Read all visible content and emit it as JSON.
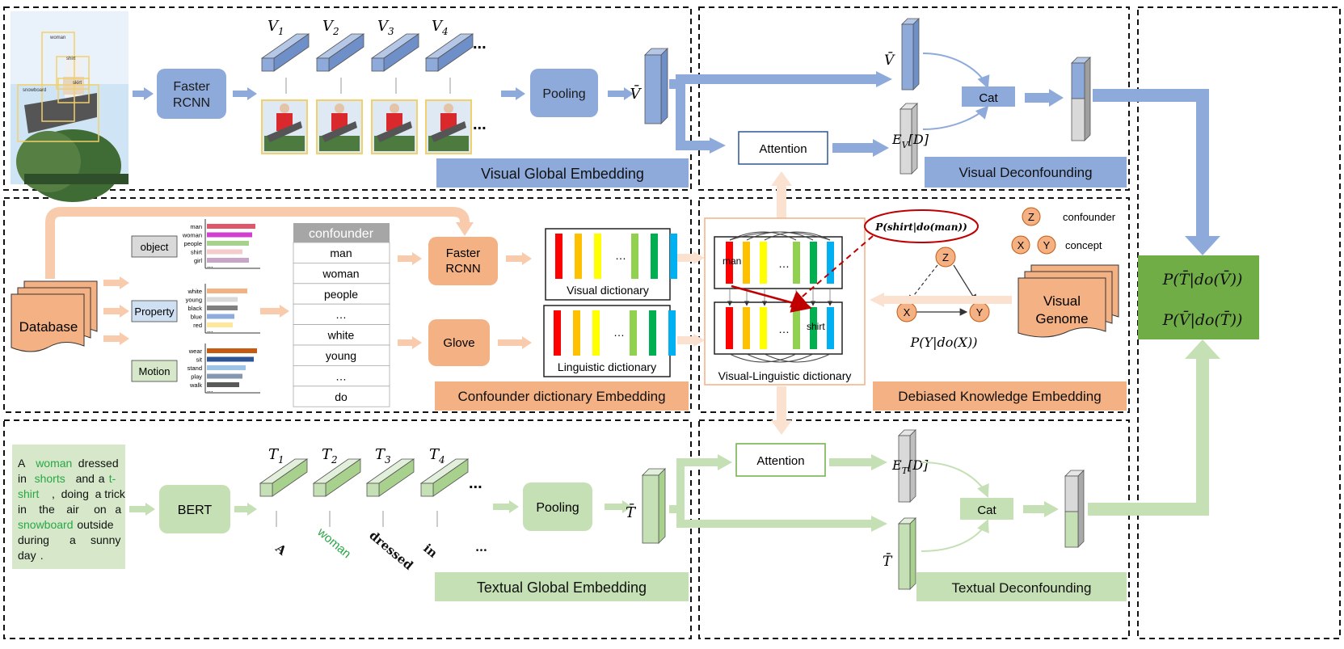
{
  "visual": {
    "photo_tags": [
      "woman",
      "shirt",
      "skirt",
      "snowboard"
    ],
    "extractor": "Faster\nRCNN",
    "feature_labels": [
      "V",
      "V",
      "V",
      "V"
    ],
    "feature_subs": [
      "1",
      "2",
      "3",
      "4"
    ],
    "ellipsis": "...",
    "pooling": "Pooling",
    "vbar": "V̄",
    "section_label": "Visual Global Embedding"
  },
  "visual_deconf": {
    "vbar": "V̄",
    "attention": "Attention",
    "ev": "E",
    "ev_sub": "V",
    "ev_suffix": "[D]",
    "cat": "Cat",
    "section_label": "Visual Deconfounding"
  },
  "confounder": {
    "database": "Database",
    "categories": [
      {
        "name": "object",
        "color": "#d9d9d9",
        "words": [
          "man",
          "woman",
          "people",
          "shirt",
          "girl"
        ]
      },
      {
        "name": "Property",
        "color": "#cfe0f3",
        "words": [
          "white",
          "young",
          "black",
          "blue",
          "red"
        ]
      },
      {
        "name": "Motion",
        "color": "#d6e8c9",
        "words": [
          "wear",
          "sit",
          "stand",
          "play",
          "walk"
        ]
      }
    ],
    "table_header": "confounder",
    "table_rows": [
      "man",
      "woman",
      "people",
      "…",
      "white",
      "young",
      "…",
      "do"
    ],
    "faster_rcnn": "Faster\nRCNN",
    "glove": "Glove",
    "visual_dict": "Visual dictionary",
    "linguistic_dict": "Linguistic dictionary",
    "dict_ellipsis": "…",
    "section_label": "Confounder dictionary Embedding"
  },
  "debiased": {
    "vl_dict": "Visual-Linguistic dictionary",
    "man_label": "man",
    "shirt_label": "shirt",
    "prob_label": "P(shirt|do(man))",
    "legend": [
      {
        "symbol": "Z",
        "text": "confounder"
      },
      {
        "symbol": "X",
        "symbol2": "Y",
        "text": "concept"
      }
    ],
    "graph_nodes": [
      "Z",
      "X",
      "Y"
    ],
    "formula": "P(Y|do(X))",
    "genome": "Visual\nGenome",
    "section_label": "Debiased Knowledge  Embedding"
  },
  "textual": {
    "sentence": [
      {
        "t": "A ",
        "g": false
      },
      {
        "t": "woman",
        "g": true
      },
      {
        "t": " dressed in ",
        "g": false
      },
      {
        "t": "shorts",
        "g": true
      },
      {
        "t": " and a ",
        "g": false
      },
      {
        "t": "t-shirt",
        "g": true
      },
      {
        "t": " , doing a trick in the air on a ",
        "g": false
      },
      {
        "t": "snowboard",
        "g": true
      },
      {
        "t": " outside during a sunny day .",
        "g": false
      }
    ],
    "encoder": "BERT",
    "feature_labels": [
      "T",
      "T",
      "T",
      "T"
    ],
    "feature_subs": [
      "1",
      "2",
      "3",
      "4"
    ],
    "tokens": [
      "A",
      "woman",
      "dressed",
      "in",
      "…"
    ],
    "ellipsis": "...",
    "pooling": "Pooling",
    "tbar": "T̄",
    "section_label": "Textual Global Embedding"
  },
  "textual_deconf": {
    "attention": "Attention",
    "et": "E",
    "et_sub": "T",
    "et_suffix": "[D]",
    "tbar": "T̄",
    "cat": "Cat",
    "section_label": "Textual Deconfounding"
  },
  "output": {
    "line1": "P(T̄|do(V̄))",
    "line2": "P(V̄|do(T̄))"
  },
  "colors": {
    "blue": "#8eaadb",
    "blue_dark": "#6f8fc9",
    "orange": "#f4b183",
    "orange_light": "#fbe1cf",
    "green": "#c5e0b4",
    "green_dark": "#70ad47",
    "section_blue": "#8eaadb",
    "section_orange": "#f8cbad",
    "section_green": "#c5e0b4",
    "output_green": "#70ad47"
  }
}
